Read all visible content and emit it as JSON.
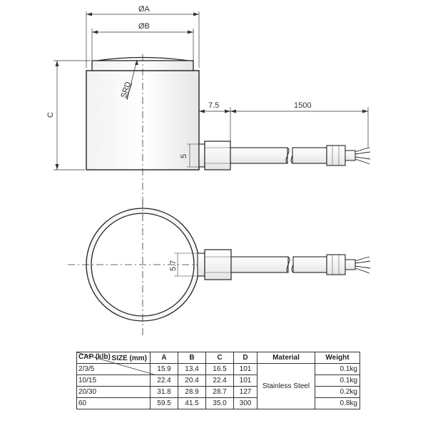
{
  "drawing": {
    "dims": {
      "a": "ØA",
      "b": "ØB",
      "c": "C",
      "srd": "SRD",
      "offset": "7.5",
      "cable_length": "1500",
      "side_five": "5",
      "side_five_seven": "5.7"
    }
  },
  "table": {
    "header": {
      "size": "SIZE (mm)",
      "cap": "CAP (klb)",
      "a": "A",
      "b": "B",
      "c": "C",
      "d": "D",
      "material": "Material",
      "weight": "Weight"
    },
    "material_value": "Stainless Steel",
    "rows": [
      {
        "cap": "2/3/5",
        "a": "15.9",
        "b": "13.4",
        "c": "16.5",
        "d": "101",
        "weight": "0.1kg"
      },
      {
        "cap": "10/15",
        "a": "22.4",
        "b": "20.4",
        "c": "22.4",
        "d": "101",
        "weight": "0.1kg"
      },
      {
        "cap": "20/30",
        "a": "31.8",
        "b": "28.9",
        "c": "28.7",
        "d": "127",
        "weight": "0.2kg"
      },
      {
        "cap": "60",
        "a": "59.5",
        "b": "41.5",
        "c": "35.0",
        "d": "300",
        "weight": "0.8kg"
      }
    ]
  }
}
